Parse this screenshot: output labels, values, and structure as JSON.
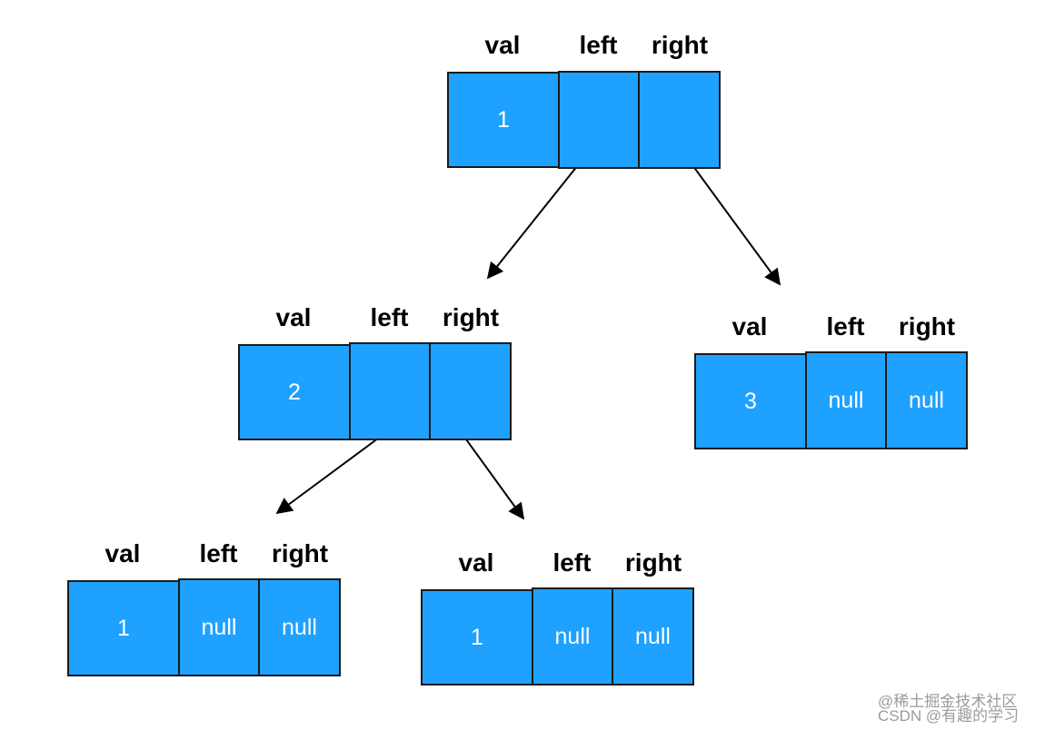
{
  "colors": {
    "cell_fill": "#1fa1ff",
    "border": "#1a1a1a",
    "edge": "#000000"
  },
  "headers": {
    "val": "val",
    "left": "left",
    "right": "right"
  },
  "nodes": [
    {
      "id": "root",
      "val": "1",
      "left": "",
      "right": ""
    },
    {
      "id": "node2",
      "val": "2",
      "left": "",
      "right": ""
    },
    {
      "id": "node3",
      "val": "3",
      "left": "null",
      "right": "null"
    },
    {
      "id": "leaf-left",
      "val": "1",
      "left": "null",
      "right": "null"
    },
    {
      "id": "leaf-right",
      "val": "1",
      "left": "null",
      "right": "null"
    }
  ],
  "watermark": {
    "line1": "@稀土掘金技术社区",
    "line2": "CSDN @有趣的学习"
  }
}
